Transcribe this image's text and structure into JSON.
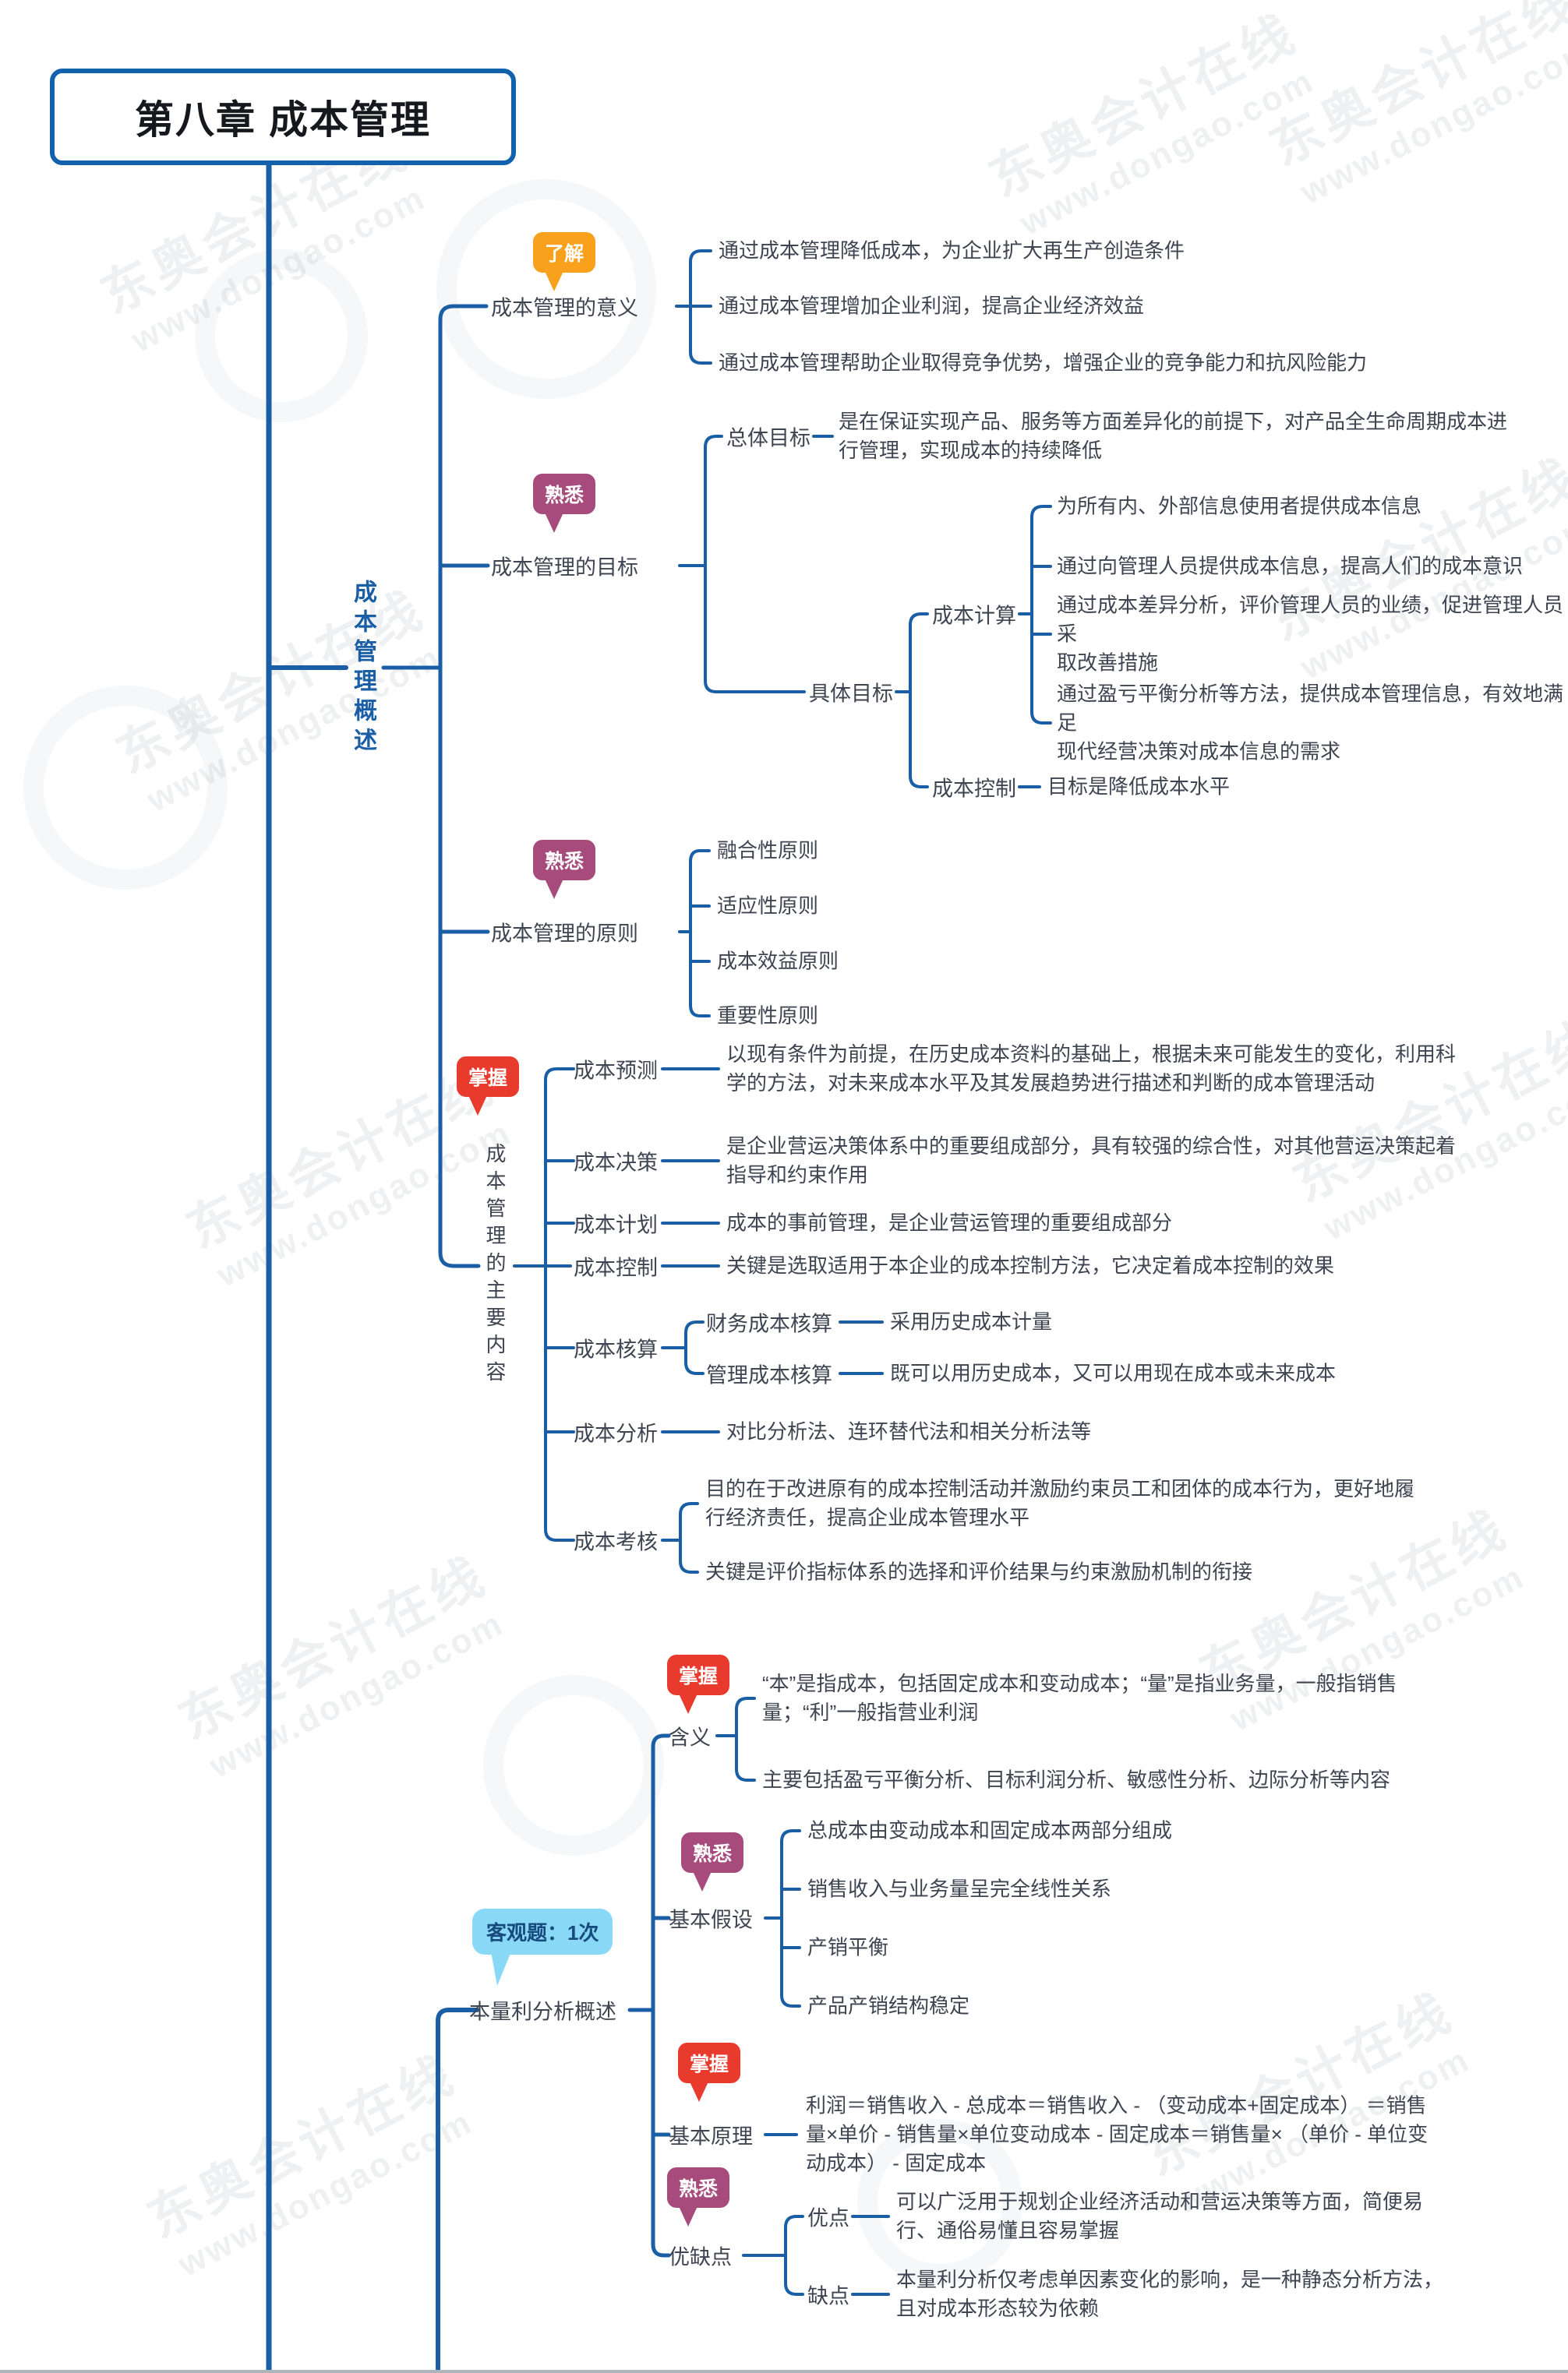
{
  "title": "第八章 成本管理",
  "watermark": {
    "brand": "东奥会计在线",
    "url": "www.dongao.com"
  },
  "colors": {
    "line": "#1a5ea6",
    "badge_liaojie": "#f9a11d",
    "badge_shuxi": "#a74b7d",
    "badge_zhangwo": "#e83a2d",
    "callout_bg": "#89d8f6",
    "title_border": "#1263ac"
  },
  "branch1": {
    "label": "成本管理概述",
    "yiyi": {
      "badge": "了解",
      "label": "成本管理的意义",
      "items": [
        "通过成本管理降低成本，为企业扩大再生产创造条件",
        "通过成本管理增加企业利润，提高企业经济效益",
        "通过成本管理帮助企业取得竞争优势，增强企业的竞争能力和抗风险能力"
      ]
    },
    "mubiao": {
      "badge": "熟悉",
      "label": "成本管理的目标",
      "overall_label": "总体目标",
      "overall_text": "是在保证实现产品、服务等方面差异化的前提下，对产品全生命周期成本进\n行管理，实现成本的持续降低",
      "specific_label": "具体目标",
      "jisuan_label": "成本计算",
      "jisuan_items": [
        "为所有内、外部信息使用者提供成本信息",
        "通过向管理人员提供成本信息，提高人们的成本意识",
        "通过成本差异分析，评价管理人员的业绩，促进管理人员采\n取改善措施",
        "通过盈亏平衡分析等方法，提供成本管理信息，有效地满足\n现代经营决策对成本信息的需求"
      ],
      "kongzhi_label": "成本控制",
      "kongzhi_text": "目标是降低成本水平"
    },
    "yuanze": {
      "badge": "熟悉",
      "label": "成本管理的原则",
      "items": [
        "融合性原则",
        "适应性原则",
        "成本效益原则",
        "重要性原则"
      ]
    },
    "neirong": {
      "badge": "掌握",
      "label": "成本管理的主要内容",
      "yuce_label": "成本预测",
      "yuce_text": "以现有条件为前提，在历史成本资料的基础上，根据未来可能发生的变化，利用科\n学的方法，对未来成本水平及其发展趋势进行描述和判断的成本管理活动",
      "juece_label": "成本决策",
      "juece_text": "是企业营运决策体系中的重要组成部分，具有较强的综合性，对其他营运决策起着\n指导和约束作用",
      "jihua_label": "成本计划",
      "jihua_text": "成本的事前管理，是企业营运管理的重要组成部分",
      "kongzhi_label": "成本控制",
      "kongzhi_text": "关键是选取适用于本企业的成本控制方法，它决定着成本控制的效果",
      "hesuan_label": "成本核算",
      "caiwu_label": "财务成本核算",
      "caiwu_text": "采用历史成本计量",
      "guanli_label": "管理成本核算",
      "guanli_text": "既可以用历史成本，又可以用现在成本或未来成本",
      "fenxi_label": "成本分析",
      "fenxi_text": "对比分析法、连环替代法和相关分析法等",
      "kaohe_label": "成本考核",
      "kaohe_items": [
        "目的在于改进原有的成本控制活动并激励约束员工和团体的成本行为，更好地履\n行经济责任，提高企业成本管理水平",
        "关键是评价指标体系的选择和评价结果与约束激励机制的衔接"
      ]
    }
  },
  "branch2": {
    "label": "本量利分析概述",
    "callout": "客观题：1次",
    "hanyi": {
      "badge": "掌握",
      "label": "含义",
      "items": [
        "“本”是指成本，包括固定成本和变动成本；“量”是指业务量，一般指销售\n量；“利”一般指营业利润",
        "主要包括盈亏平衡分析、目标利润分析、敏感性分析、边际分析等内容"
      ]
    },
    "jiashe": {
      "badge": "熟悉",
      "label": "基本假设",
      "items": [
        "总成本由变动成本和固定成本两部分组成",
        "销售收入与业务量呈完全线性关系",
        "产销平衡",
        "产品产销结构稳定"
      ]
    },
    "yuanli": {
      "badge": "掌握",
      "label": "基本原理",
      "text": "利润＝销售收入 - 总成本＝销售收入 - （变动成本+固定成本） ＝销售\n量×单价 - 销售量×单位变动成本 - 固定成本＝销售量× （单价 - 单位变\n动成本） - 固定成本"
    },
    "youquedian": {
      "badge": "熟悉",
      "label": "优缺点",
      "pros_label": "优点",
      "pros_text": "可以广泛用于规划企业经济活动和营运决策等方面，简便易\n行、通俗易懂且容易掌握",
      "cons_label": "缺点",
      "cons_text": "本量利分析仅考虑单因素变化的影响，是一种静态分析方法，\n且对成本形态较为依赖"
    }
  }
}
